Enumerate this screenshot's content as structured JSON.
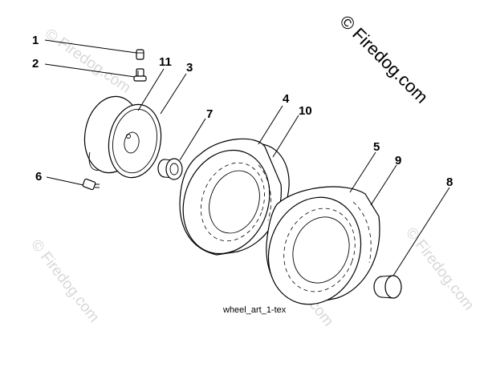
{
  "callouts": {
    "c1": "1",
    "c2": "2",
    "c3": "3",
    "c4": "4",
    "c5": "5",
    "c6": "6",
    "c7": "7",
    "c8": "8",
    "c9": "9",
    "c10": "10",
    "c11": "11"
  },
  "caption": "wheel_art_1-tex",
  "watermark": {
    "main": "© Firedog.com",
    "faint": "© Firedog.com"
  }
}
